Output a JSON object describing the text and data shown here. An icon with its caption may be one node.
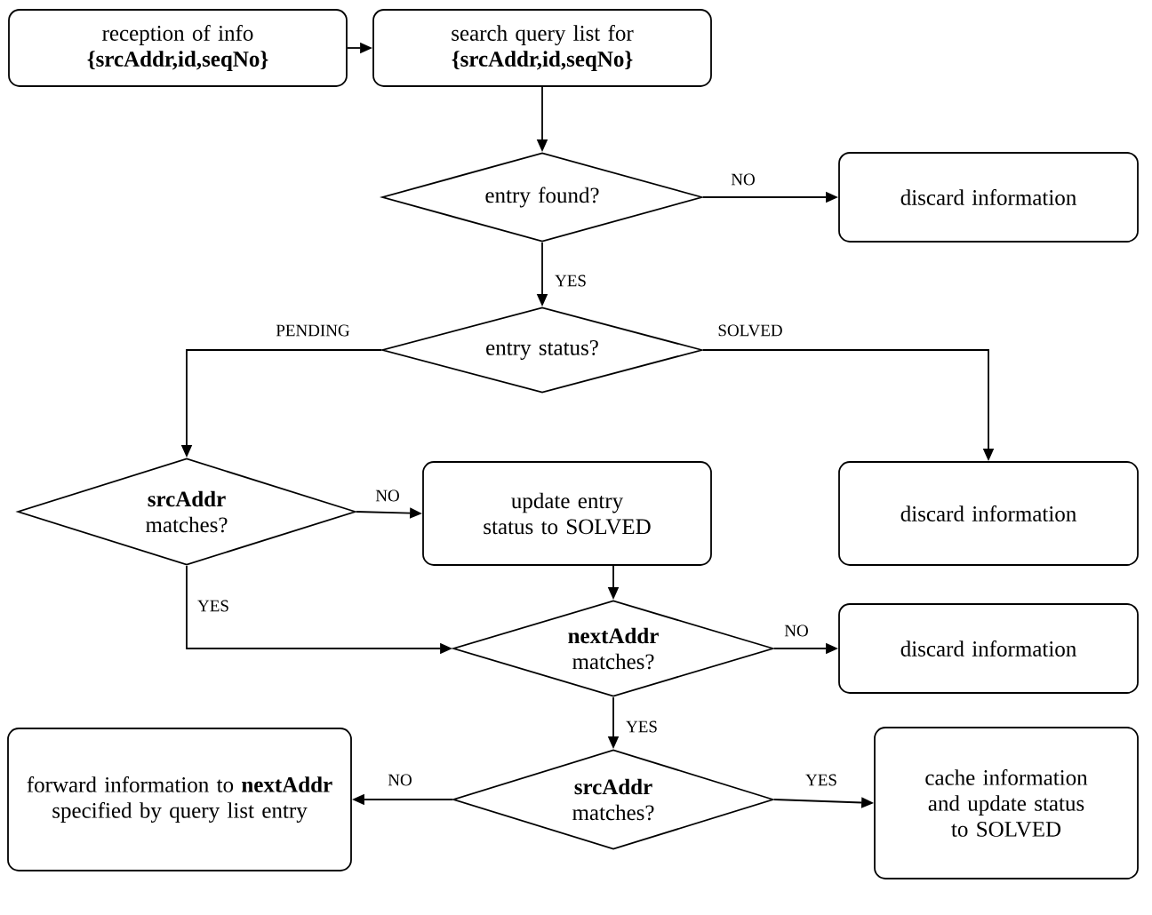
{
  "diagram": {
    "nodes": [
      {
        "text": [
          "reception of info **{srcAddr,id,seqNo}**"
        ]
      },
      {
        "text": [
          "search query list for **{srcAddr,id,seqNo}**"
        ]
      },
      {
        "text": [
          "entry found?"
        ]
      },
      {
        "text": [
          "discard information"
        ]
      },
      {
        "text": [
          "entry status?"
        ]
      },
      {
        "text": [
          "**srcAddr** matches?"
        ]
      },
      {
        "text": [
          "update entry status to SOLVED"
        ]
      },
      {
        "text": [
          "discard information"
        ]
      },
      {
        "text": [
          "**nextAddr** matches?"
        ]
      },
      {
        "text": [
          "discard information"
        ]
      },
      {
        "text": [
          "**srcAddr** matches?"
        ]
      },
      {
        "text": [
          "forward information to **nextAddr** specified by query list entry"
        ]
      },
      {
        "text": [
          "cache information and update status to SOLVED"
        ]
      }
    ],
    "edges": [
      {
        "from": 0,
        "to": 1,
        "arrow": "to"
      },
      {
        "from": 1,
        "to": 2,
        "arrow": "to"
      },
      {
        "from": 2,
        "to": 3,
        "arrow": "to",
        "label": "NO"
      },
      {
        "from": 2,
        "to": 4,
        "arrow": "to",
        "label": "YES"
      },
      {
        "from": 4,
        "to": 5,
        "arrow": "to",
        "label": "PENDING"
      },
      {
        "from": 4,
        "to": 7,
        "arrow": "to",
        "label": "SOLVED"
      },
      {
        "from": 5,
        "to": 6,
        "arrow": "to",
        "label": "NO"
      },
      {
        "from": 5,
        "to": 8,
        "arrow": "to",
        "label": "YES"
      },
      {
        "from": 6,
        "to": 8,
        "arrow": "to"
      },
      {
        "from": 8,
        "to": 9,
        "arrow": "to",
        "label": "NO"
      },
      {
        "from": 8,
        "to": 10,
        "arrow": "to",
        "label": "YES"
      },
      {
        "from": 10,
        "to": 11,
        "arrow": "to",
        "label": "NO"
      },
      {
        "from": 10,
        "to": 12,
        "arrow": "to",
        "label": "YES"
      }
    ]
  }
}
